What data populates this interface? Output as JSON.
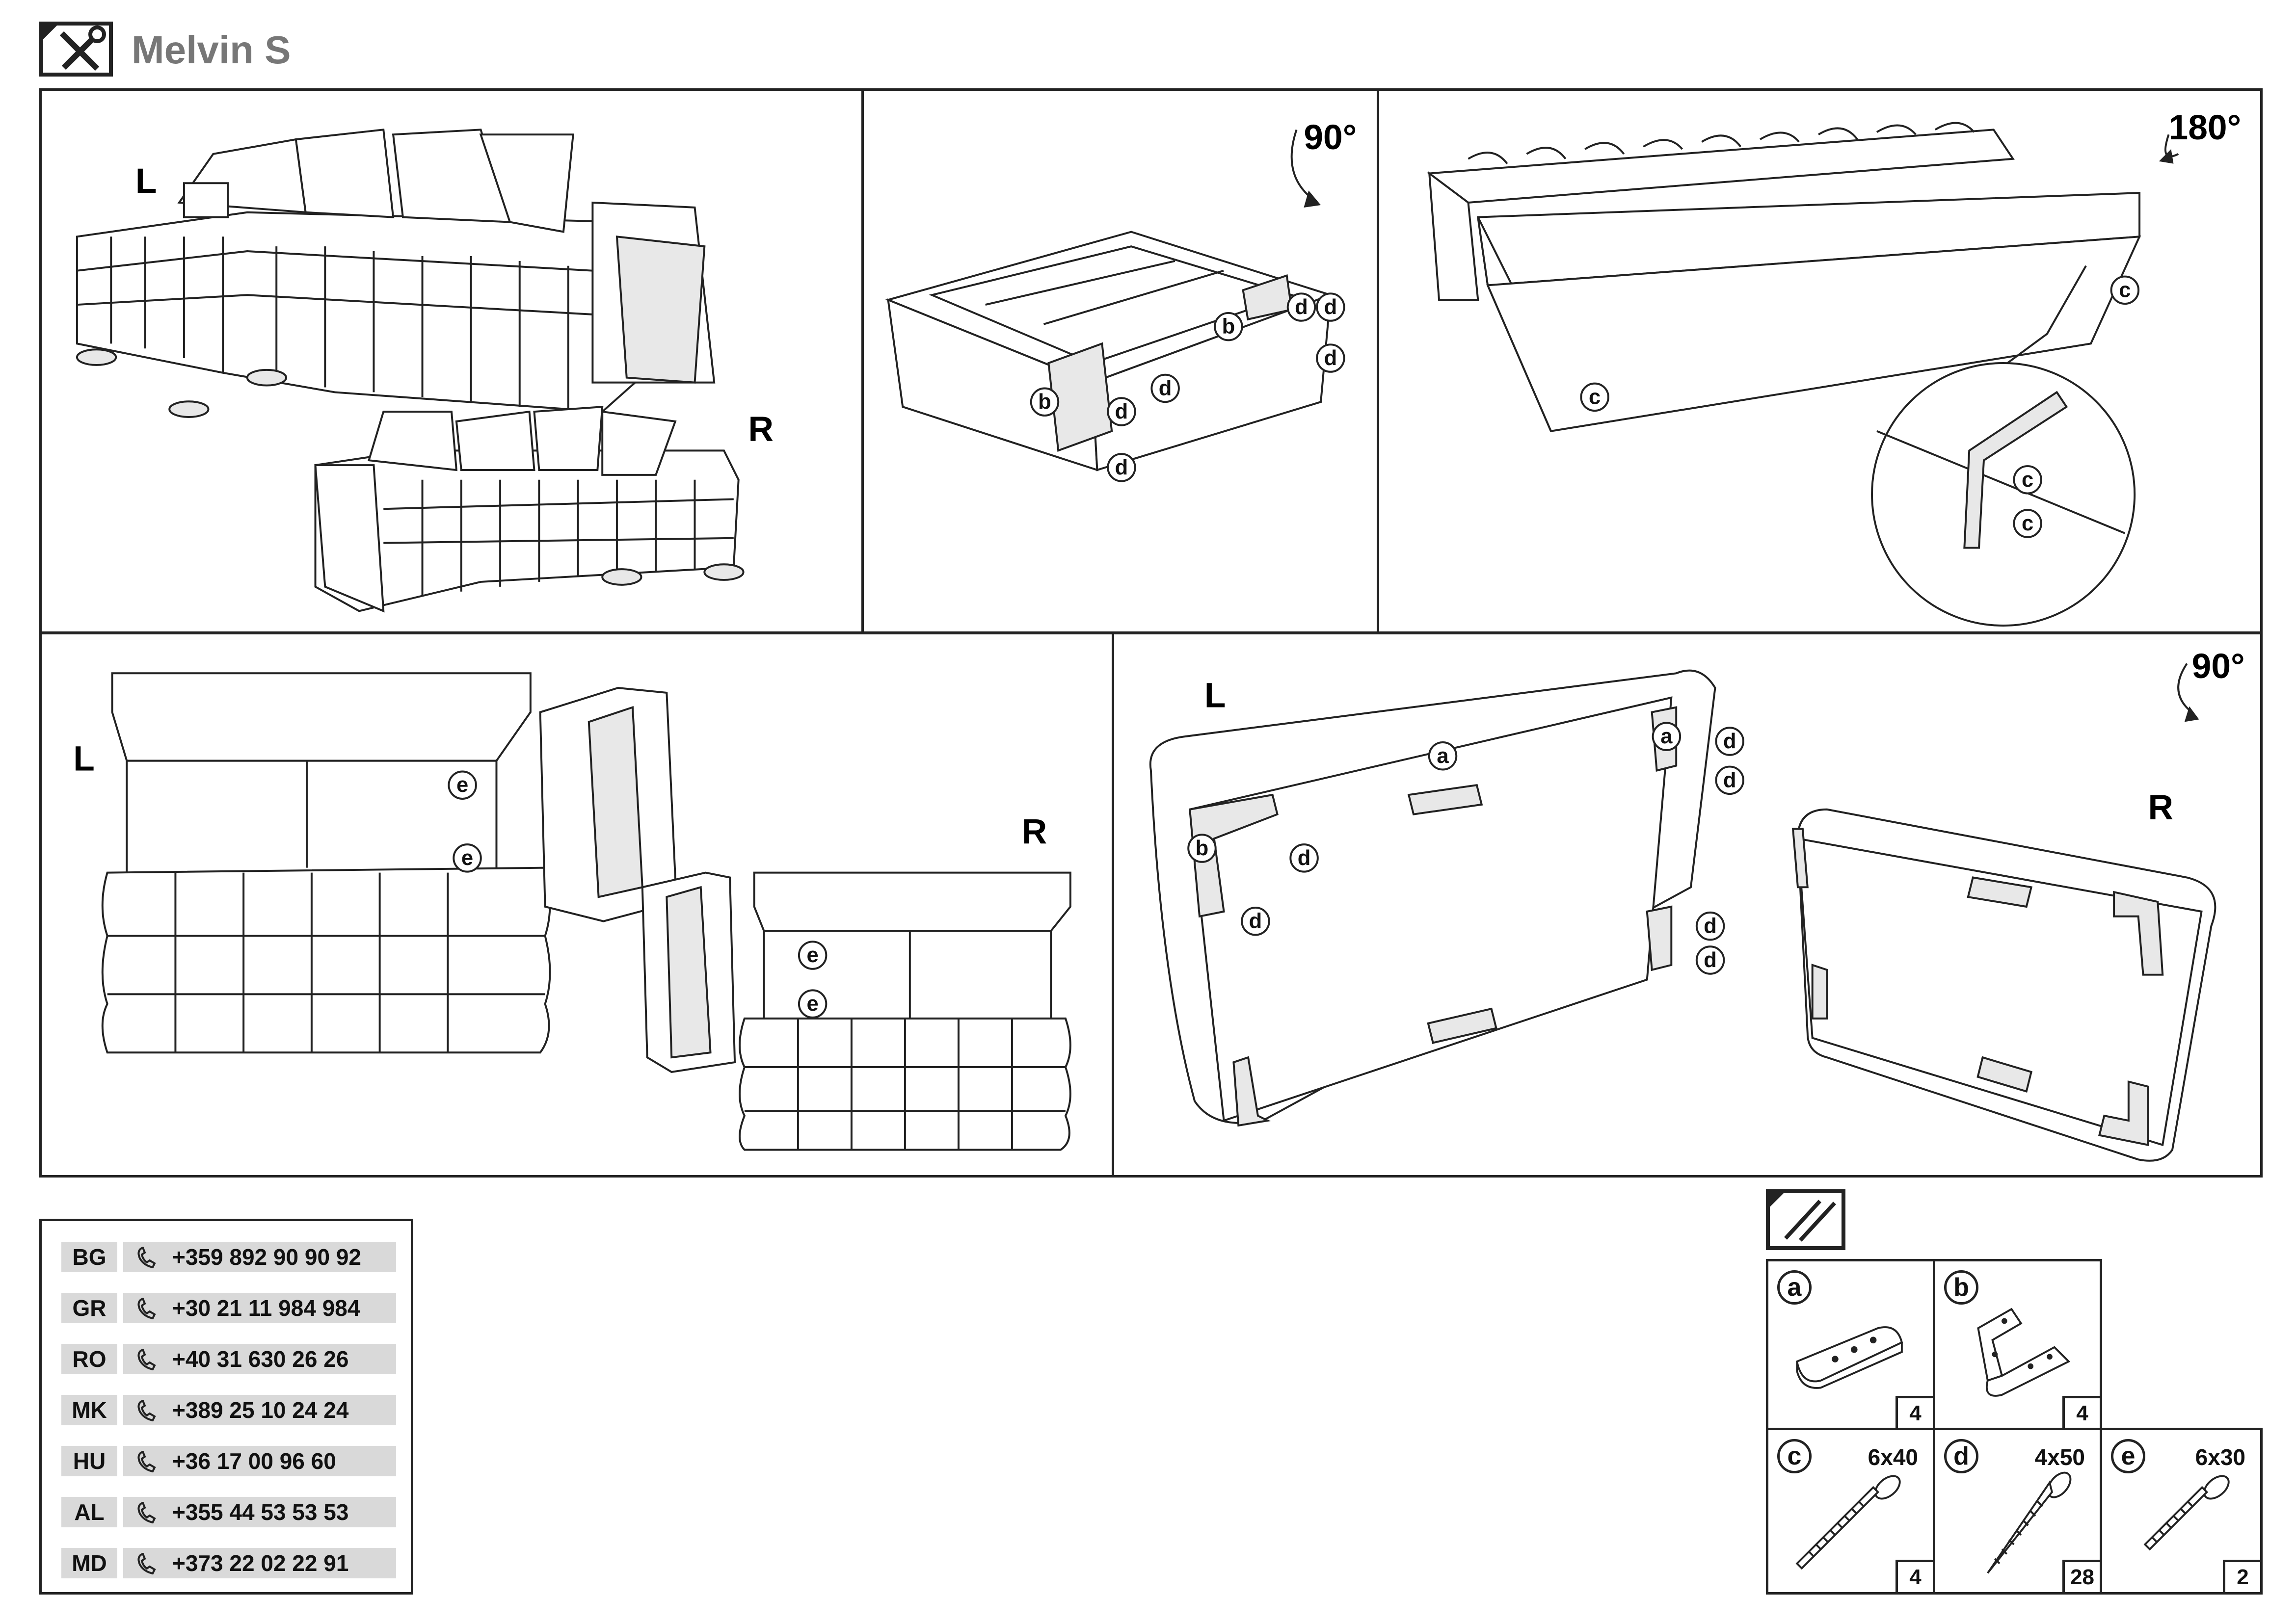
{
  "header": {
    "title": "Melvin S",
    "icon": "tools-icon"
  },
  "panels": {
    "p1": {
      "label_l": "L",
      "label_r": "R"
    },
    "p2": {
      "rotation": "90°",
      "labels": [
        "b",
        "d",
        "d",
        "d",
        "b",
        "d",
        "d",
        "d"
      ]
    },
    "p3": {
      "rotation": "180°",
      "labels": [
        "c",
        "c",
        "c",
        "c"
      ]
    },
    "p4": {
      "label_l": "L",
      "label_r": "R",
      "labels": [
        "e",
        "e",
        "e",
        "e"
      ]
    },
    "p5": {
      "label_l": "L",
      "label_r": "R",
      "rotation": "90°",
      "labels": [
        "a",
        "b",
        "d",
        "d",
        "a",
        "d",
        "d",
        "d",
        "d"
      ]
    }
  },
  "contacts": [
    {
      "code": "BG",
      "phone": "+359 892 90 90 92"
    },
    {
      "code": "GR",
      "phone": "+30 21 11 984 984"
    },
    {
      "code": "RO",
      "phone": "+40 31 630 26 26"
    },
    {
      "code": "MK",
      "phone": "+389 25 10 24 24"
    },
    {
      "code": "HU",
      "phone": "+36 17 00 96 60"
    },
    {
      "code": "AL",
      "phone": "+355 44 53 53 53"
    },
    {
      "code": "MD",
      "phone": "+373 22 02 22 91"
    }
  ],
  "hardware": {
    "icon": "screws-icon",
    "items": [
      {
        "id": "a",
        "size": "",
        "qty": "4"
      },
      {
        "id": "b",
        "size": "",
        "qty": "4"
      },
      {
        "id": "c",
        "size": "6x40",
        "qty": "4"
      },
      {
        "id": "d",
        "size": "4x50",
        "qty": "28"
      },
      {
        "id": "e",
        "size": "6x30",
        "qty": "2"
      }
    ]
  }
}
